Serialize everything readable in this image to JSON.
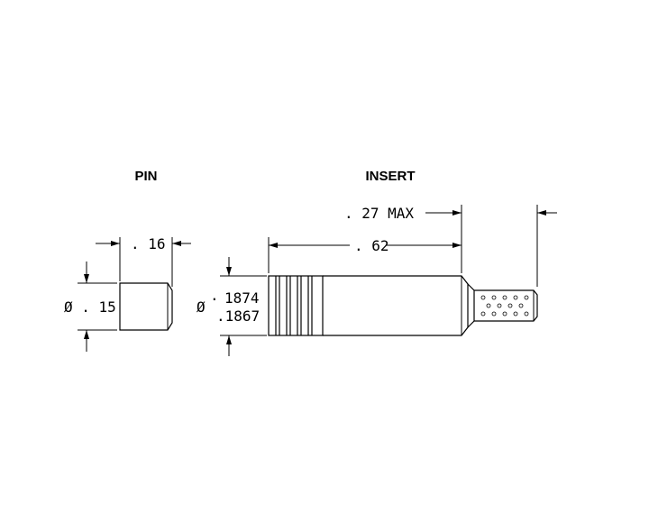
{
  "pin": {
    "title": "PIN",
    "length_dim": ". 16",
    "diameter_dim": "Ø . 15"
  },
  "insert": {
    "title": "INSERT",
    "max_dim": ". 27  MAX",
    "length_dim": ". 62",
    "diameter_symbol": "Ø",
    "diameter_upper": "1874",
    "diameter_lower": ".1867"
  }
}
